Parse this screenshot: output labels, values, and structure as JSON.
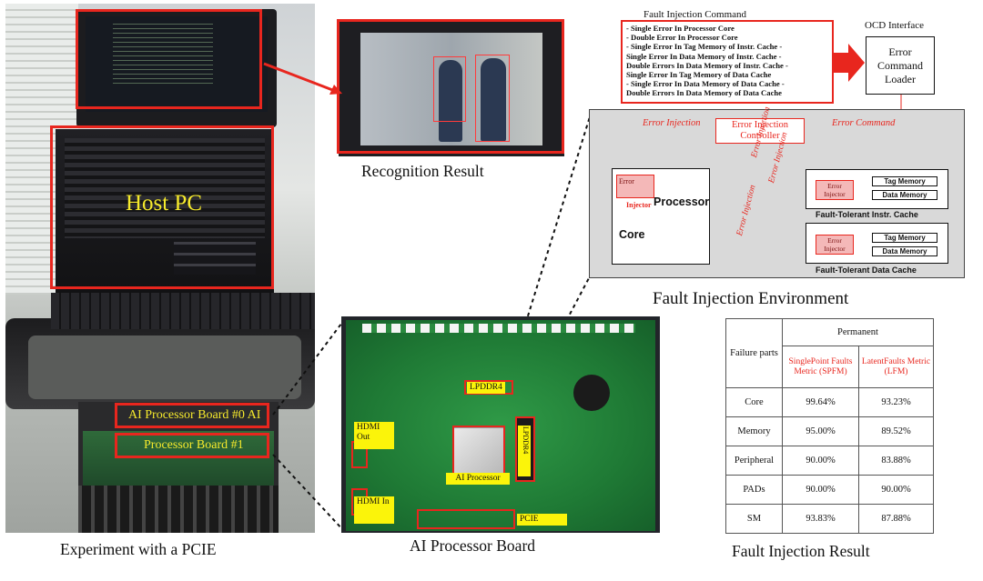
{
  "photo_left": {
    "host_pc_label": "Host PC",
    "board0_label": "AI Processor Board #0 AI",
    "board1_label": "Processor Board #1",
    "caption": "Experiment with a PCIE"
  },
  "recognition": {
    "caption": "Recognition Result"
  },
  "command": {
    "title": "Fault Injection Command",
    "lines": [
      "- Single Error In Processor Core",
      "- Double Error In Processor Core",
      "- Single Error In Tag Memory of Instr. Cache -",
      "Single Error In Data Memory of Instr. Cache -",
      "Double Errors In Data Memory of Instr. Cache -",
      "Single Error In Tag Memory of Data Cache",
      "- Single Error In Data Memory of Data Cache -",
      "Double Errors In Data Memory of Data Cache"
    ]
  },
  "ocd": {
    "title": "OCD Interface",
    "box_label": "Error Command Loader"
  },
  "environment": {
    "controller_label": "Error Injection Controller",
    "error_injection_label": "Error Injection",
    "error_command_label": "Error Command",
    "vertical_label_a": "Error Injection",
    "vertical_label_b": "Error Injection",
    "vertical_label_c": "Error Injection",
    "processor_injector_top": "Error",
    "processor_injector_bottom": "Injector",
    "processor_label": "Processor",
    "core_label": "Core",
    "icache_injector": "Error Injector",
    "dcache_injector": "Error Injector",
    "tag_memory": "Tag Memory",
    "data_memory": "Data Memory",
    "icache_caption": "Fault-Tolerant Instr. Cache",
    "dcache_caption": "Fault-Tolerant Data Cache",
    "caption": "Fault Injection Environment"
  },
  "board": {
    "lpddr4": "LPDDR4",
    "hdmi_out": "HDMI Out",
    "hdmi_in": "HDMI In",
    "pcie": "PCIE",
    "ai_processor": "AI Processor",
    "lpddr_vertical": "LPDDR4",
    "caption": "AI Processor Board"
  },
  "result_table": {
    "failure_parts_header": "Failure parts",
    "permanent_header": "Permanent",
    "spfm_header": "SinglePoint Faults Metric (SPFM)",
    "lfm_header": "LatentFaults Metric (LFM)",
    "rows": [
      {
        "part": "Core",
        "spfm": "99.64%",
        "lfm": "93.23%"
      },
      {
        "part": "Memory",
        "spfm": "95.00%",
        "lfm": "89.52%"
      },
      {
        "part": "Peripheral",
        "spfm": "90.00%",
        "lfm": "83.88%"
      },
      {
        "part": "PADs",
        "spfm": "90.00%",
        "lfm": "90.00%"
      },
      {
        "part": "SM",
        "spfm": "93.83%",
        "lfm": "87.88%"
      }
    ],
    "caption": "Fault Injection Result"
  },
  "colors": {
    "accent_red": "#e8261e",
    "label_yellow": "#f6ea2c",
    "tag_yellow": "#fbf40a",
    "env_gray": "#d9d9d9",
    "injector_pink": "#f4b8b8"
  }
}
